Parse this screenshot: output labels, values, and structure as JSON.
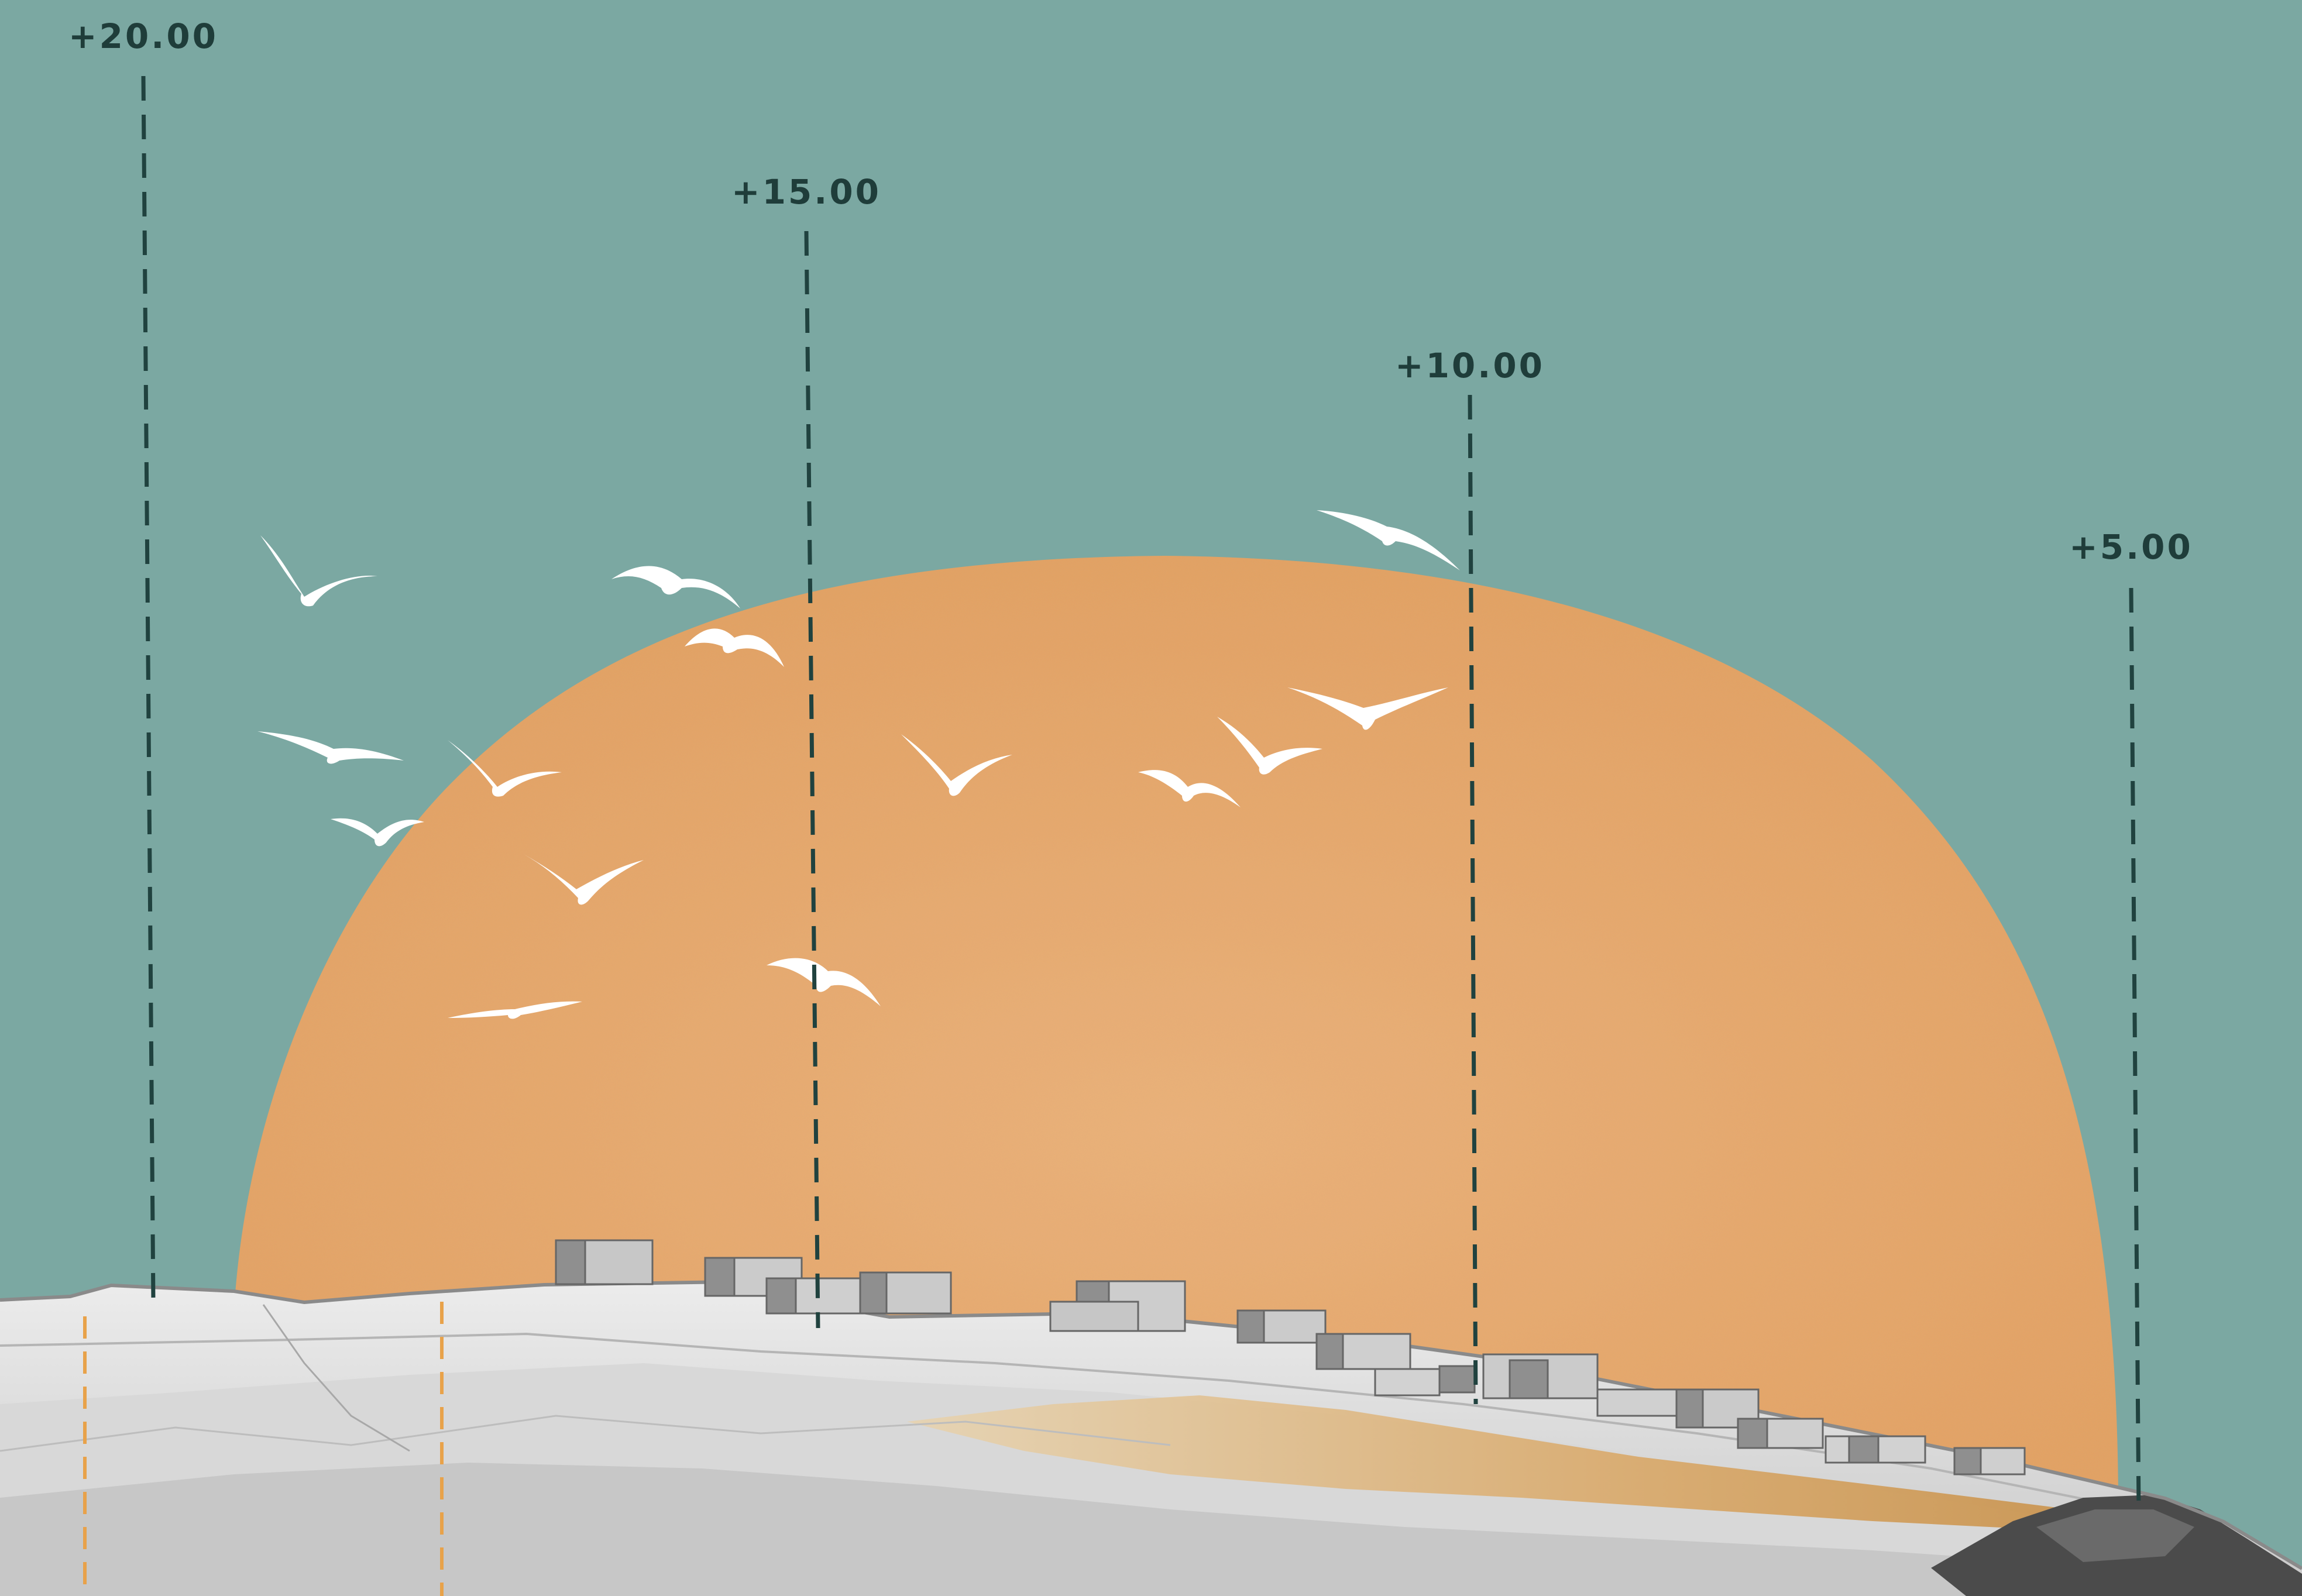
{
  "elevation_markers": [
    {
      "label": "+20.00"
    },
    {
      "label": "+15.00"
    },
    {
      "label": "+10.00"
    },
    {
      "label": "+5.00"
    }
  ],
  "colors": {
    "sky": "#7ba8a2",
    "sun": "#e8a766",
    "sun_light": "#f0bd83",
    "marker_line": "#20423f",
    "marker_text": "#1f3d3a",
    "rock_light": "#e2e2e2",
    "rock_mid": "#cfcfcf",
    "rock_dark": "#4a4a4a",
    "sand_layer": "#dcb074",
    "bird": "#ffffff",
    "orange_dash": "#e8a24a"
  },
  "icons": {
    "bird": "seagull-silhouette",
    "building": "box-building"
  }
}
